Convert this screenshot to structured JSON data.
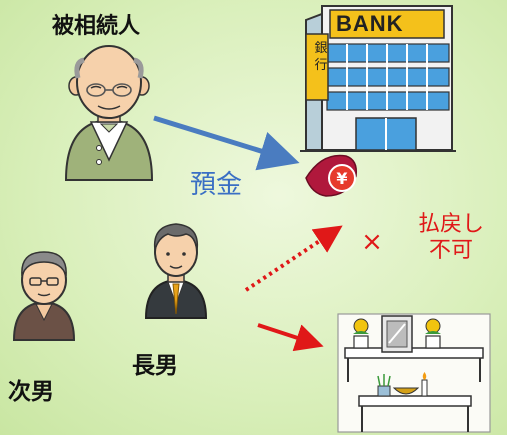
{
  "labels": {
    "deceased": "被相続人",
    "deposit": "預金",
    "eldest_son": "長男",
    "second_son": "次男",
    "refund_line1": "払戻し",
    "refund_line2": "不可",
    "cross": "×",
    "yen": "¥"
  },
  "bank": {
    "sign": "BANK",
    "kanji_1": "銀",
    "kanji_2": "行"
  },
  "colors": {
    "deposit_arrow": "#4a7cc0",
    "blocked_arrow": "#e01818",
    "altar_arrow": "#e01818",
    "background": "#d9efba"
  },
  "icons": [
    "bank-building-icon",
    "yen-wallet-icon",
    "elderly-man-icon",
    "man-icon",
    "butsudan-altar-icon"
  ]
}
